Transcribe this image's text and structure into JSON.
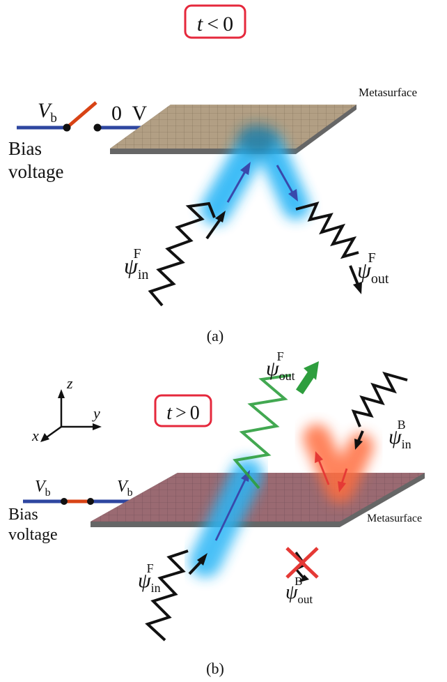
{
  "panel_a": {
    "condition": {
      "var": "t",
      "rel": "<",
      "val": "0"
    },
    "metasurface_label": "Metasurface",
    "switch_left_var": "V",
    "switch_left_sub": "b",
    "switch_right_label": "0  V",
    "bias_line1": "Bias",
    "bias_line2": "voltage",
    "psi_in": {
      "sym": "ψ",
      "sub": "in",
      "sup": "F"
    },
    "psi_out": {
      "sym": "ψ",
      "sub": "out",
      "sup": "F"
    },
    "caption": "(a)",
    "colors": {
      "surface": "#b29f84",
      "beam": "#29b6f6",
      "arrow": "#3949ab",
      "wire": "#2e46a0",
      "switch": "#d84315",
      "frame": "#e5283c"
    }
  },
  "panel_b": {
    "condition": {
      "var": "t",
      "rel": ">",
      "val": "0"
    },
    "metasurface_label": "Metasurface",
    "left_var": "V",
    "left_sub": "b",
    "right_var": "V",
    "right_sub": "b",
    "bias_line1": "Bias",
    "bias_line2": "voltage",
    "axes": {
      "z": "z",
      "y": "y",
      "x": "x"
    },
    "psi_in_f": {
      "sym": "ψ",
      "sub": "in",
      "sup": "F"
    },
    "psi_out_f": {
      "sym": "ψ",
      "sub": "out",
      "sup": "F"
    },
    "psi_in_b": {
      "sym": "ψ",
      "sub": "in",
      "sup": "B"
    },
    "psi_out_b": {
      "sym": "ψ",
      "sub": "out",
      "sup": "B"
    },
    "caption": "(b)",
    "colors": {
      "surface": "#9a6a72",
      "beam": "#29b6f6",
      "back_beam": "#ff6e40",
      "wave_out": "#2e9e3e",
      "blocked": "#e53935"
    }
  }
}
